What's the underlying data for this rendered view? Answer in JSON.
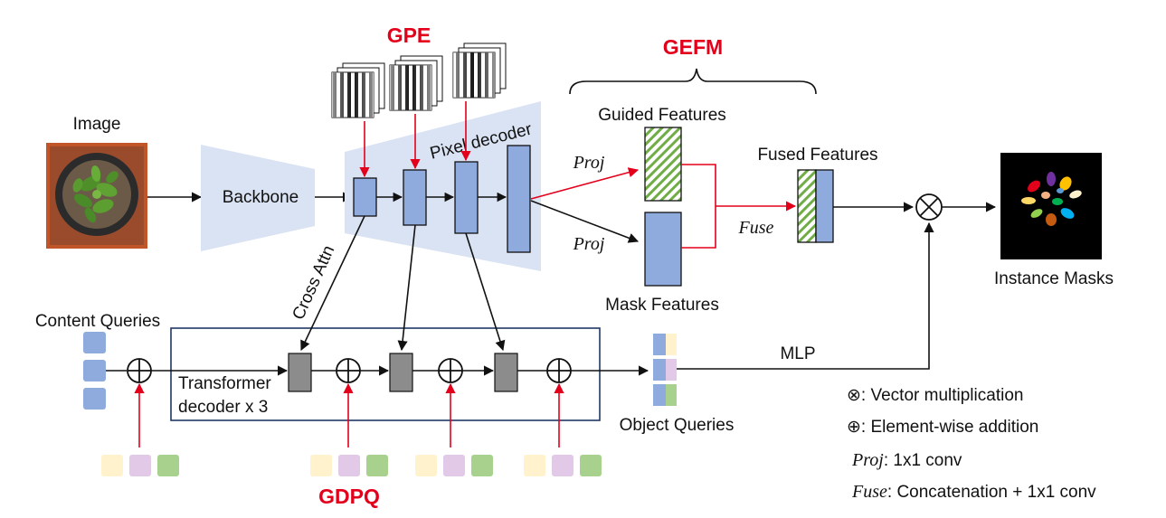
{
  "titles": {
    "gpe": "GPE",
    "gefm": "GEFM",
    "gdpq": "GDPQ"
  },
  "labels": {
    "image": "Image",
    "backbone": "Backbone",
    "pixel_decoder": "Pixel decoder",
    "proj_top": "Proj",
    "proj_bottom": "Proj",
    "guided_features": "Guided Features",
    "mask_features": "Mask Features",
    "fused_features": "Fused Features",
    "fuse": "Fuse",
    "instance_masks": "Instance Masks",
    "content_queries": "Content Queries",
    "cross_attn": "Cross Attn",
    "transformer_line1": "Transformer",
    "transformer_line2": "decoder x 3",
    "object_queries": "Object Queries",
    "mlp": "MLP"
  },
  "legend": {
    "otimes_symbol": "⊗",
    "otimes_text": ": Vector multiplication",
    "oplus_symbol": "⊕",
    "oplus_text": ": Element-wise addition",
    "proj_term": "Proj",
    "proj_text": ": 1x1 conv",
    "fuse_term": "Fuse",
    "fuse_text": ": Concatenation + 1x1 conv"
  },
  "colors": {
    "blue_box": "#8faadc",
    "trapezoid": "#dae3f3",
    "red_arrow": "#e3001b",
    "gray_block": "#8c8c8c",
    "query_blue": "#8faadc",
    "query_yellow": "#fff2cc",
    "query_purple": "#e2c9e8",
    "query_green": "#a9d18e",
    "hatch_green": "#70ad47"
  }
}
